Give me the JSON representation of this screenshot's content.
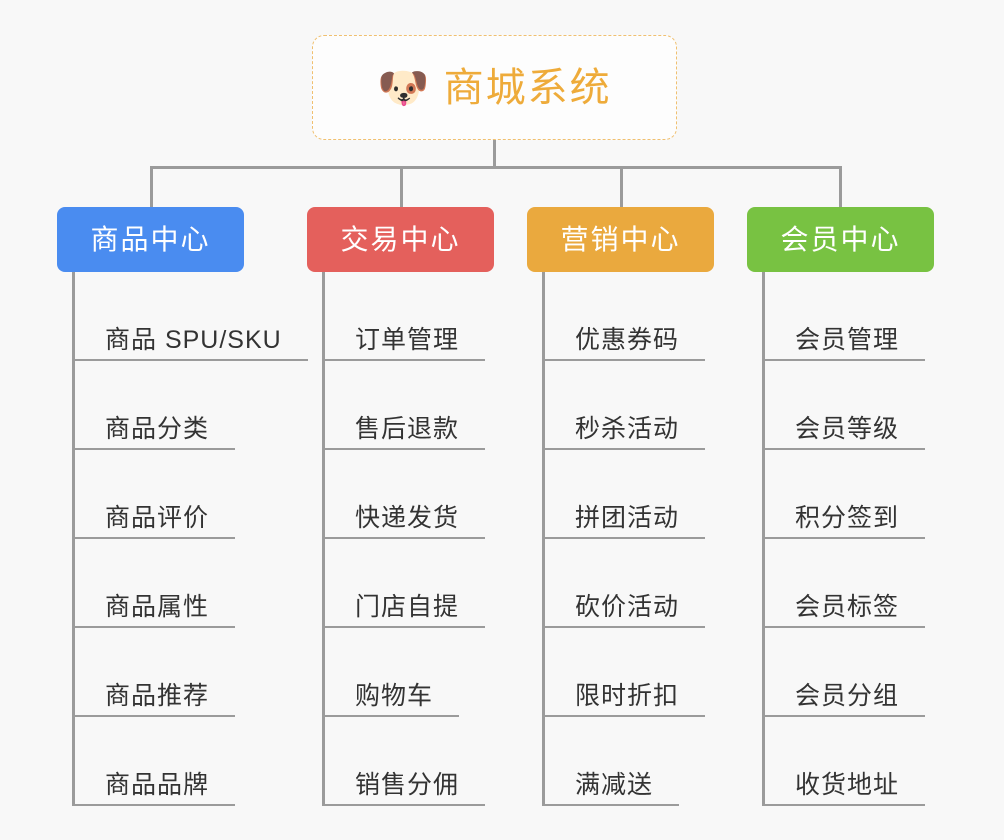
{
  "page": {
    "background_color": "#f8f8f8",
    "line_color": "#9b9b9b"
  },
  "root": {
    "icon": "🐶",
    "icon_name": "shiba-dog-face-icon",
    "title": "商城系统",
    "text_color": "#eeab3a",
    "border_color": "#f0c070",
    "background_color": "#fdfdfd"
  },
  "branches": [
    {
      "id": "product-center",
      "label": "商品中心",
      "color": "#4a8cf0",
      "items": [
        "商品 SPU/SKU",
        "商品分类",
        "商品评价",
        "商品属性",
        "商品推荐",
        "商品品牌"
      ]
    },
    {
      "id": "trade-center",
      "label": "交易中心",
      "color": "#e4605c",
      "items": [
        "订单管理",
        "售后退款",
        "快递发货",
        "门店自提",
        "购物车",
        "销售分佣"
      ]
    },
    {
      "id": "marketing-center",
      "label": "营销中心",
      "color": "#eaa93e",
      "items": [
        "优惠券码",
        "秒杀活动",
        "拼团活动",
        "砍价活动",
        "限时折扣",
        "满减送"
      ]
    },
    {
      "id": "member-center",
      "label": "会员中心",
      "color": "#78c242",
      "items": [
        "会员管理",
        "会员等级",
        "积分签到",
        "会员标签",
        "会员分组",
        "收货地址"
      ]
    }
  ]
}
